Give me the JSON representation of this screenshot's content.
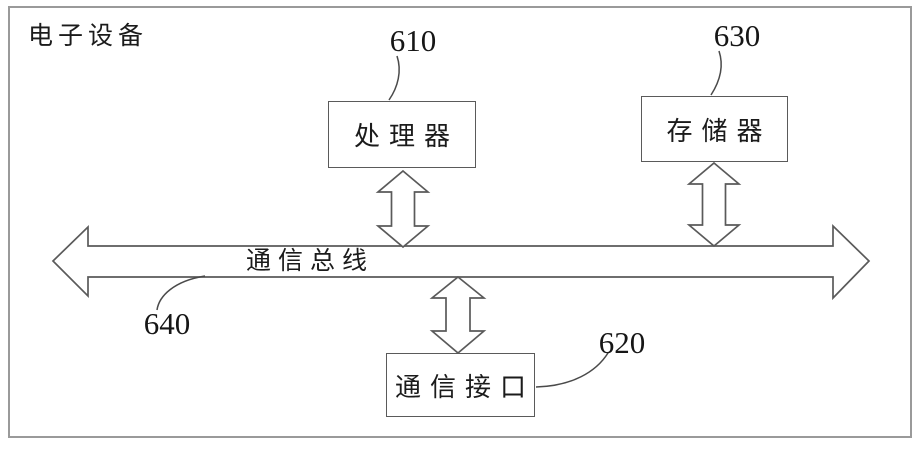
{
  "diagram": {
    "title": "电子设备",
    "bus": {
      "label": "通信总线",
      "ref": "640"
    },
    "processor": {
      "label": "处理器",
      "ref": "610"
    },
    "memory": {
      "label": "存储器",
      "ref": "630"
    },
    "comm_interface": {
      "label": "通信接口",
      "ref": "620"
    },
    "colors": {
      "stroke": "#5a5a5a",
      "frame": "#9a9a9a",
      "text": "#1b1b1b",
      "background": "#ffffff"
    }
  }
}
